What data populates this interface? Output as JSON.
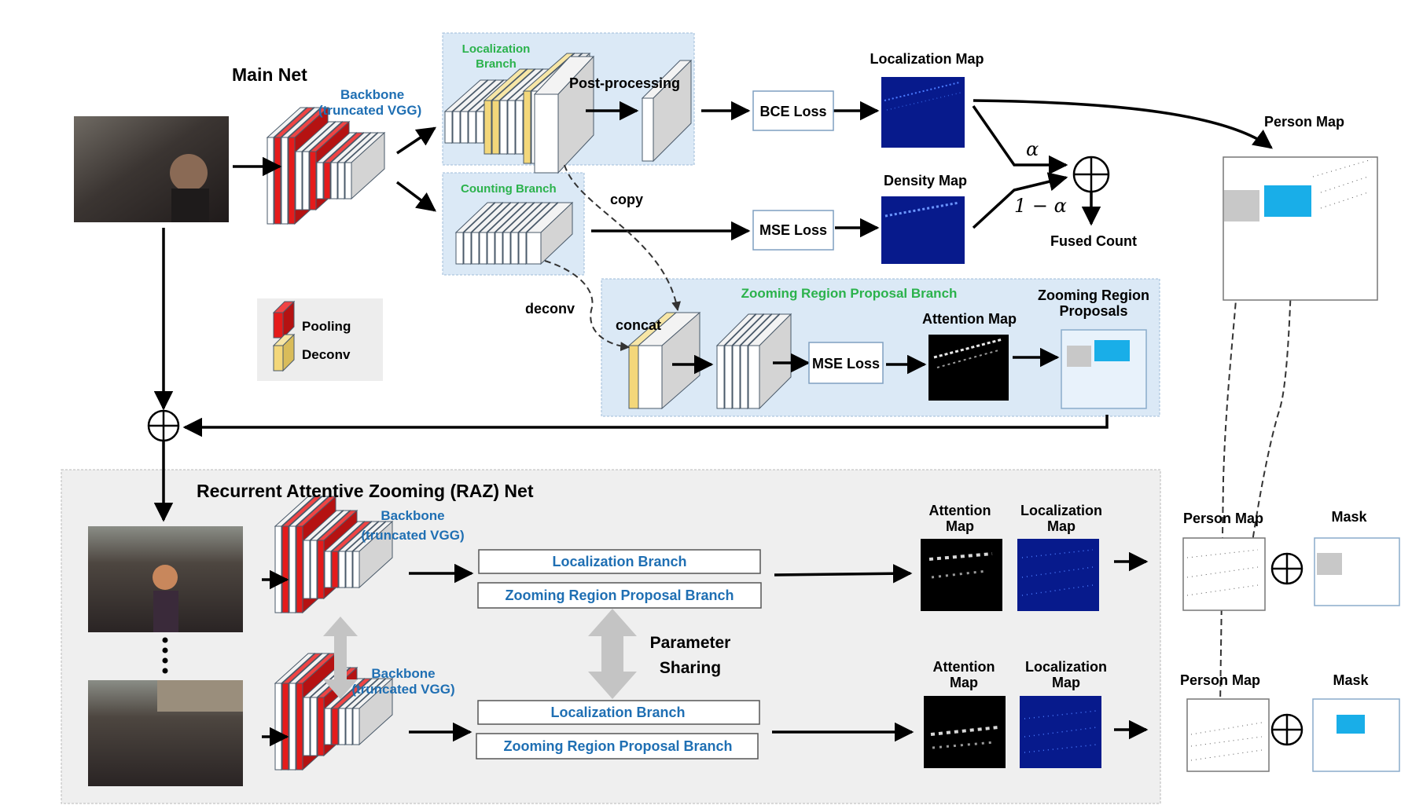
{
  "main": {
    "title": "Main Net",
    "backbone_line1": "Backbone",
    "backbone_line2": "(truncated VGG)",
    "loc_branch_line1": "Localization",
    "loc_branch_line2": "Branch",
    "post_processing": "Post-processing",
    "counting_branch": "Counting Branch",
    "copy": "copy",
    "deconv": "deconv",
    "concat": "concat",
    "bce_loss": "BCE Loss",
    "mse_loss": "MSE Loss",
    "zrp_mse_loss": "MSE Loss",
    "localization_map": "Localization Map",
    "density_map": "Density Map",
    "alpha": "α",
    "one_minus_alpha": "1 − α",
    "fused_count": "Fused Count",
    "person_map": "Person Map",
    "zrp_branch": "Zooming Region Proposal Branch",
    "attention_map": "Attention Map",
    "zrp_proposals_line1": "Zooming Region",
    "zrp_proposals_line2": "Proposals"
  },
  "legend": {
    "pooling": "Pooling",
    "deconv": "Deconv"
  },
  "raz": {
    "title": "Recurrent Attentive Zooming (RAZ) Net",
    "row1": {
      "backbone_line1": "Backbone",
      "backbone_line2": "(truncated VGG)",
      "loc_branch": "Localization Branch",
      "zrp_branch": "Zooming Region Proposal Branch",
      "attention_line1": "Attention",
      "attention_line2": "Map",
      "localization_line1": "Localization",
      "localization_line2": "Map",
      "person_map": "Person Map",
      "mask": "Mask"
    },
    "row2": {
      "backbone_line1": "Backbone",
      "backbone_line2": "(truncated VGG)",
      "loc_branch": "Localization Branch",
      "zrp_branch": "Zooming Region Proposal Branch",
      "attention_line1": "Attention",
      "attention_line2": "Map",
      "localization_line1": "Localization",
      "localization_line2": "Map",
      "person_map": "Person Map",
      "mask": "Mask"
    },
    "param_sharing_line1": "Parameter",
    "param_sharing_line2": "Sharing"
  },
  "colors": {
    "pool": "#e51b1b",
    "deconv": "#f3d77a",
    "panel_blue": "#dbe9f6",
    "raz_bg": "#efefef",
    "proposal_blue": "#19aee8",
    "proposal_gray": "#c8c8c8",
    "map_navy": "#071a8c"
  }
}
